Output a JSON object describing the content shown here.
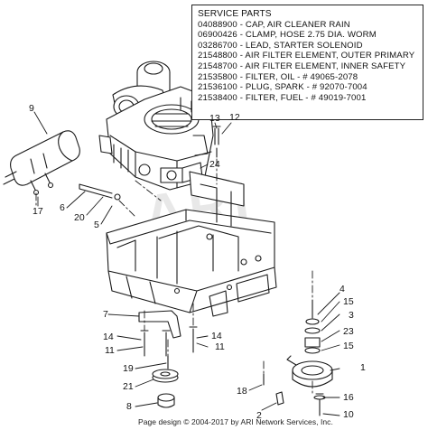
{
  "service_parts": {
    "title": "SERVICE PARTS",
    "lines": [
      "04088900 - CAP, AIR CLEANER RAIN",
      "06900426 - CLAMP, HOSE 2.75 DIA. WORM",
      "03286700 - LEAD, STARTER SOLENOID",
      "21548800 - AIR FILTER ELEMENT, OUTER PRIMARY",
      "21548700 - AIR FILTER ELEMENT, INNER SAFETY",
      "21535800 - FILTER, OIL - # 49065-2078",
      "21536100 - PLUG, SPARK - # 92070-7004",
      "21538400 - FILTER, FUEL - # 49019-7001"
    ]
  },
  "callouts": [
    "9",
    "13",
    "12",
    "24",
    "17",
    "6",
    "20",
    "5",
    "4",
    "15",
    "3",
    "23",
    "15",
    "7",
    "14",
    "14",
    "11",
    "11",
    "1",
    "19",
    "21",
    "18",
    "2",
    "16",
    "8",
    "10"
  ],
  "watermark": "ARI",
  "footer": "Page design © 2004-2017 by ARI Network Services, Inc."
}
